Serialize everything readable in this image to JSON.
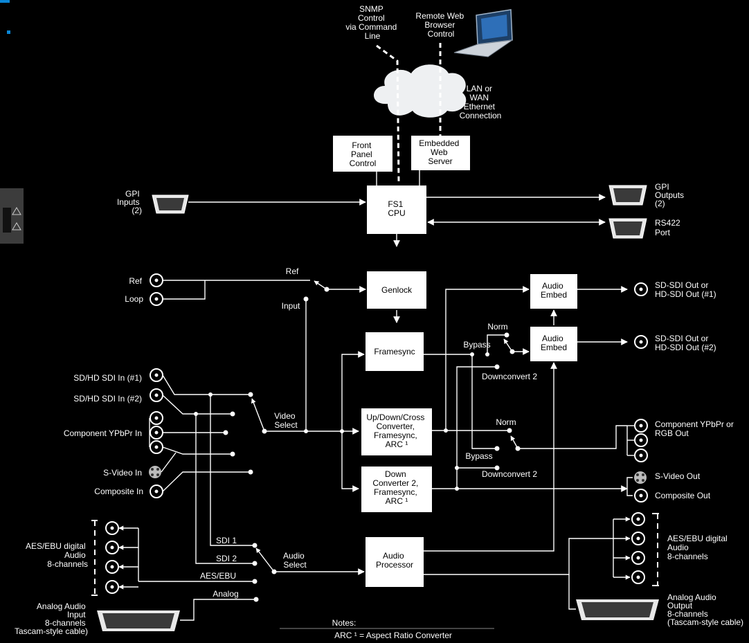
{
  "network": {
    "snmp": [
      "SNMP",
      "Control",
      "via Command",
      "Line"
    ],
    "remote_web": [
      "Remote Web",
      "Browser",
      "Control"
    ],
    "lan": [
      "LAN or",
      "WAN",
      "Ethernet",
      "Connection"
    ]
  },
  "blocks": {
    "front_panel": [
      "Front",
      "Panel",
      "Control"
    ],
    "web_server": [
      "Embedded",
      "Web",
      "Server"
    ],
    "cpu": [
      "FS1",
      "CPU"
    ],
    "genlock": [
      "Genlock"
    ],
    "framesync": [
      "Framesync"
    ],
    "updown": [
      "Up/Down/Cross",
      "Converter,",
      "Framesync,",
      "ARC ¹"
    ],
    "down2": [
      "Down",
      "Converter 2,",
      "Framesync,",
      "ARC ¹"
    ],
    "audio_processor": [
      "Audio",
      "Processor"
    ],
    "embed1": [
      "Audio",
      "Embed"
    ],
    "embed2": [
      "Audio",
      "Embed"
    ]
  },
  "labels": {
    "gpi_in": [
      "GPI",
      "Inputs",
      "(2)"
    ],
    "gpi_out": [
      "GPI",
      "Outputs",
      "(2)"
    ],
    "rs422": [
      "RS422",
      "Port"
    ],
    "ref": "Ref",
    "loop": "Loop",
    "ref_sw": "Ref",
    "input": "Input",
    "sdi1_in": "SD/HD SDI In (#1)",
    "sdi2_in": "SD/HD SDI In (#2)",
    "component_in": "Component YPbPr In",
    "svideo_in": "S-Video In",
    "composite_in": "Composite In",
    "video_select": [
      "Video",
      "Select"
    ],
    "audio_select": [
      "Audio",
      "Select"
    ],
    "sdi1": "SDI 1",
    "sdi2": "SDI 2",
    "aesebu": "AES/EBU",
    "analog": "Analog",
    "aes_in": [
      "AES/EBU digital",
      "Audio",
      "8-channels"
    ],
    "analog_in": [
      "Analog Audio",
      "Input",
      "8-channels",
      "Tascam-style cable)"
    ],
    "norm1": "Norm",
    "bypass1": "Bypass",
    "dc2_1": "Downconvert 2",
    "norm2": "Norm",
    "bypass2": "Bypass",
    "dc2_2": "Downconvert 2",
    "sdi_out1": [
      "SD-SDI Out or",
      "HD-SDI Out (#1)"
    ],
    "sdi_out2": [
      "SD-SDI Out or",
      "HD-SDI Out (#2)"
    ],
    "component_out": [
      "Component YPbPr or",
      "RGB Out"
    ],
    "svideo_out": "S-Video Out",
    "composite_out": "Composite Out",
    "aes_out": [
      "AES/EBU digital",
      "Audio",
      "8-channels"
    ],
    "analog_out": [
      "Analog Audio",
      "Output",
      "8-channels",
      "(Tascam-style cable)"
    ],
    "notes_title": "Notes:",
    "notes_arc": "ARC ¹ = Aspect Ratio Converter"
  }
}
